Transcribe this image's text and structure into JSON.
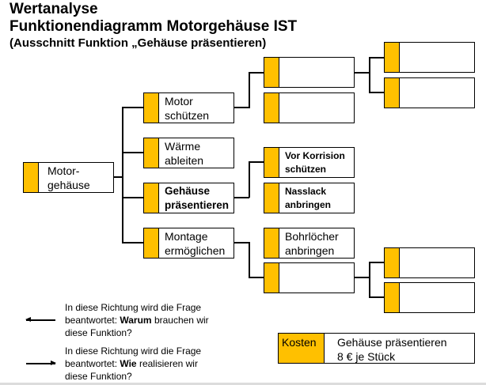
{
  "header": {
    "title": "Wertanalyse",
    "subtitle": "Funktionendiagramm Motorgehäuse IST",
    "caption": "(Ausschnitt Funktion „Gehäuse präsentieren)"
  },
  "colors": {
    "accent": "#FFC000",
    "line": "#000000"
  },
  "tree": {
    "root": {
      "label": "Motor-\ngehäuse"
    },
    "level1": [
      {
        "label": "Motor\nschützen",
        "bold": false
      },
      {
        "label": "Wärme\nableiten",
        "bold": false
      },
      {
        "label": "Gehäuse\npräsentieren",
        "bold": true
      },
      {
        "label": "Montage\nermöglichen",
        "bold": false
      }
    ],
    "level2": {
      "motor_schuetzen": [
        {
          "label": ""
        },
        {
          "label": ""
        }
      ],
      "gehaeuse_praesentieren": [
        {
          "label": "Vor Korrision\nschützen",
          "bold": true
        },
        {
          "label": "Nasslack\nanbringen",
          "bold": true
        }
      ],
      "montage_ermoeglichen": [
        {
          "label": "Bohrlöcher\nanbringen",
          "bold": false
        },
        {
          "label": ""
        }
      ]
    },
    "level3": {
      "upper": [
        {
          "label": ""
        },
        {
          "label": ""
        }
      ],
      "lower": [
        {
          "label": ""
        },
        {
          "label": ""
        }
      ]
    }
  },
  "legend": {
    "why_arrow": "left-arrow",
    "why_text_prefix": "In diese Richtung wird die Frage\nbeantwortet: ",
    "why_keyword": "Warum",
    "why_text_suffix": " brauchen wir\ndiese Funktion?",
    "how_arrow": "right-arrow",
    "how_text_prefix": "In diese Richtung wird die Frage\nbeantwortet: ",
    "how_keyword": "Wie",
    "how_text_suffix": " realisieren wir\ndiese Funktion?"
  },
  "cost": {
    "label": "Kosten",
    "text": "Gehäuse präsentieren\n8 € je Stück"
  }
}
